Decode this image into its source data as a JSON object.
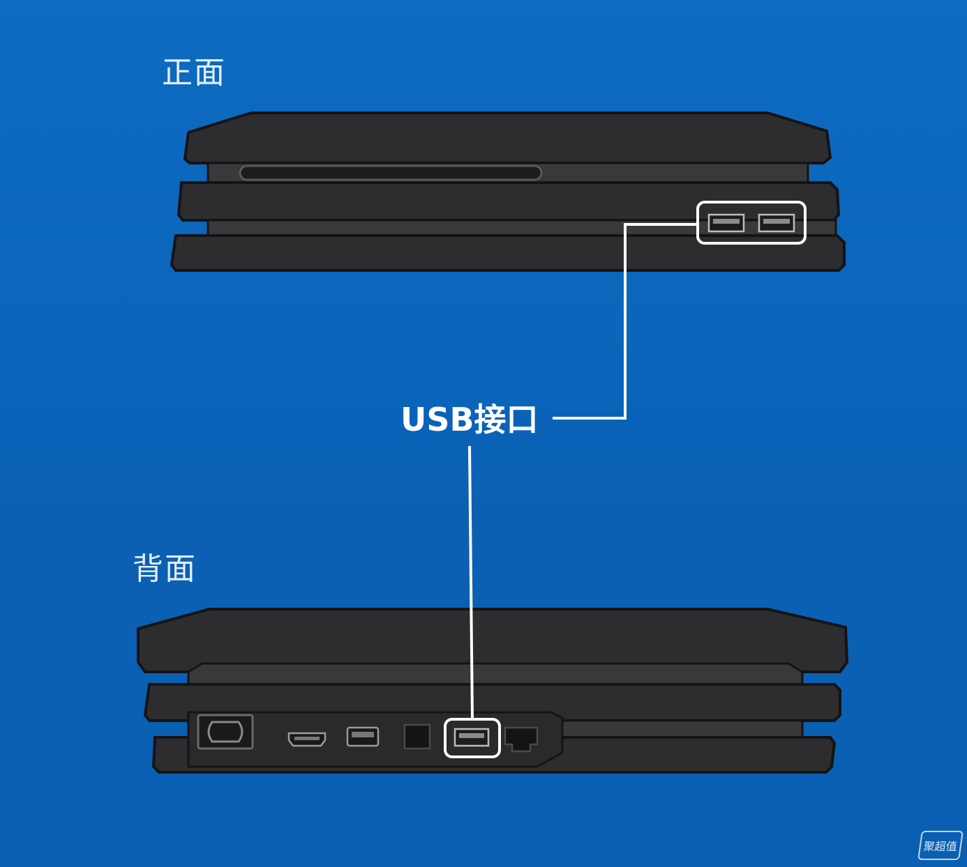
{
  "labels": {
    "front": "正面",
    "back": "背面",
    "usb": "USB接口",
    "watermark": "聚超值"
  },
  "colors": {
    "background": "#0a64ba",
    "console_body": "#2b2b2d",
    "console_edge": "#1a1a1b",
    "console_groove": "#3a3a3c",
    "callout_line": "#ffffff"
  }
}
